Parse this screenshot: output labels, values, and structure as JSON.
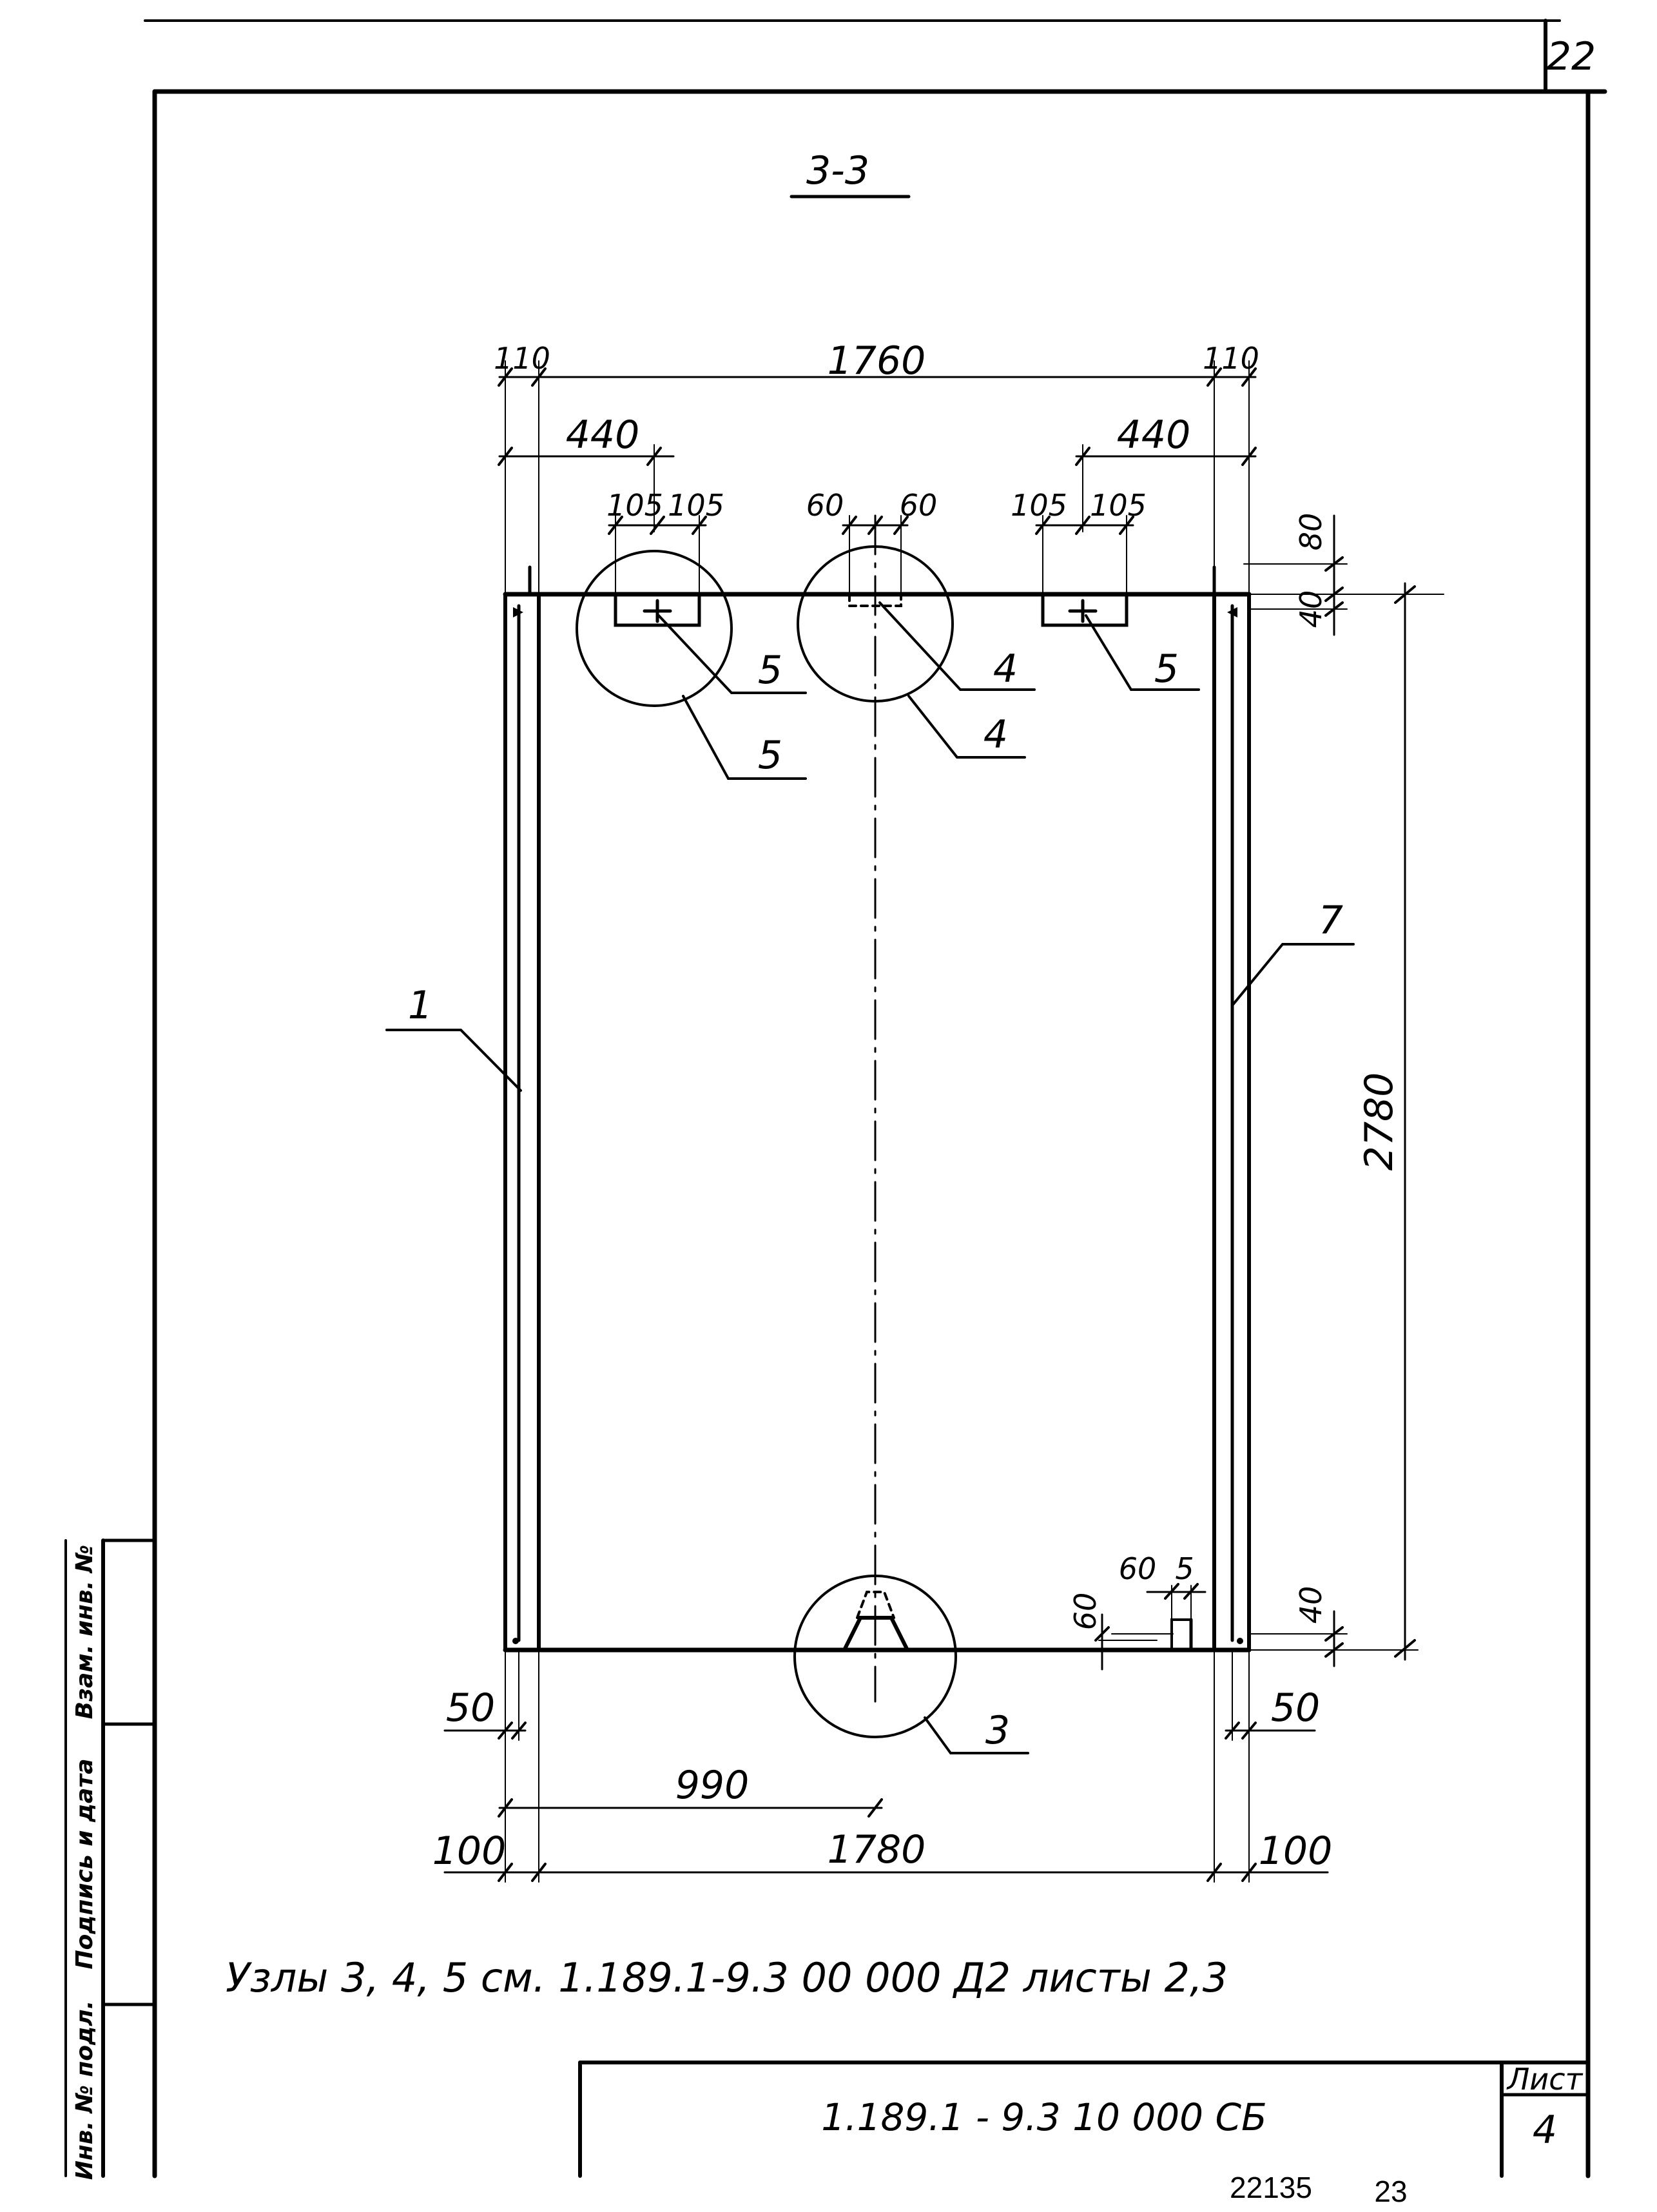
{
  "sheet": {
    "number": "22",
    "section_title": "3-3",
    "footer_code": "22135",
    "footer_page": "23"
  },
  "dimensions": {
    "top": [
      "110",
      "1760",
      "110",
      "440",
      "440",
      "105",
      "105",
      "60",
      "60",
      "105",
      "105"
    ],
    "right": [
      "80",
      "40",
      "2780",
      "40"
    ],
    "bottom": [
      "60",
      "5",
      "60",
      "50",
      "50",
      "990",
      "100",
      "1780",
      "100"
    ]
  },
  "callouts": {
    "node_5_left_small": "5",
    "node_5_left_circle": "5",
    "node_4_small": "4",
    "node_4_circle": "4",
    "node_5_right": "5",
    "item_1": "1",
    "item_7": "7",
    "node_3": "3"
  },
  "note": "Узлы 3, 4, 5 см. 1.189.1-9.3 00 000 Д2 листы 2,3",
  "title_block": {
    "designation": "1.189.1 - 9.3 10 000 СБ",
    "sheet_label": "Лист",
    "sheet_value": "4"
  },
  "side_stamp": {
    "inv_label": "Инв. № подл.",
    "sign_label": "Подпись и дата",
    "replace_label": "Взам. инв. №"
  }
}
